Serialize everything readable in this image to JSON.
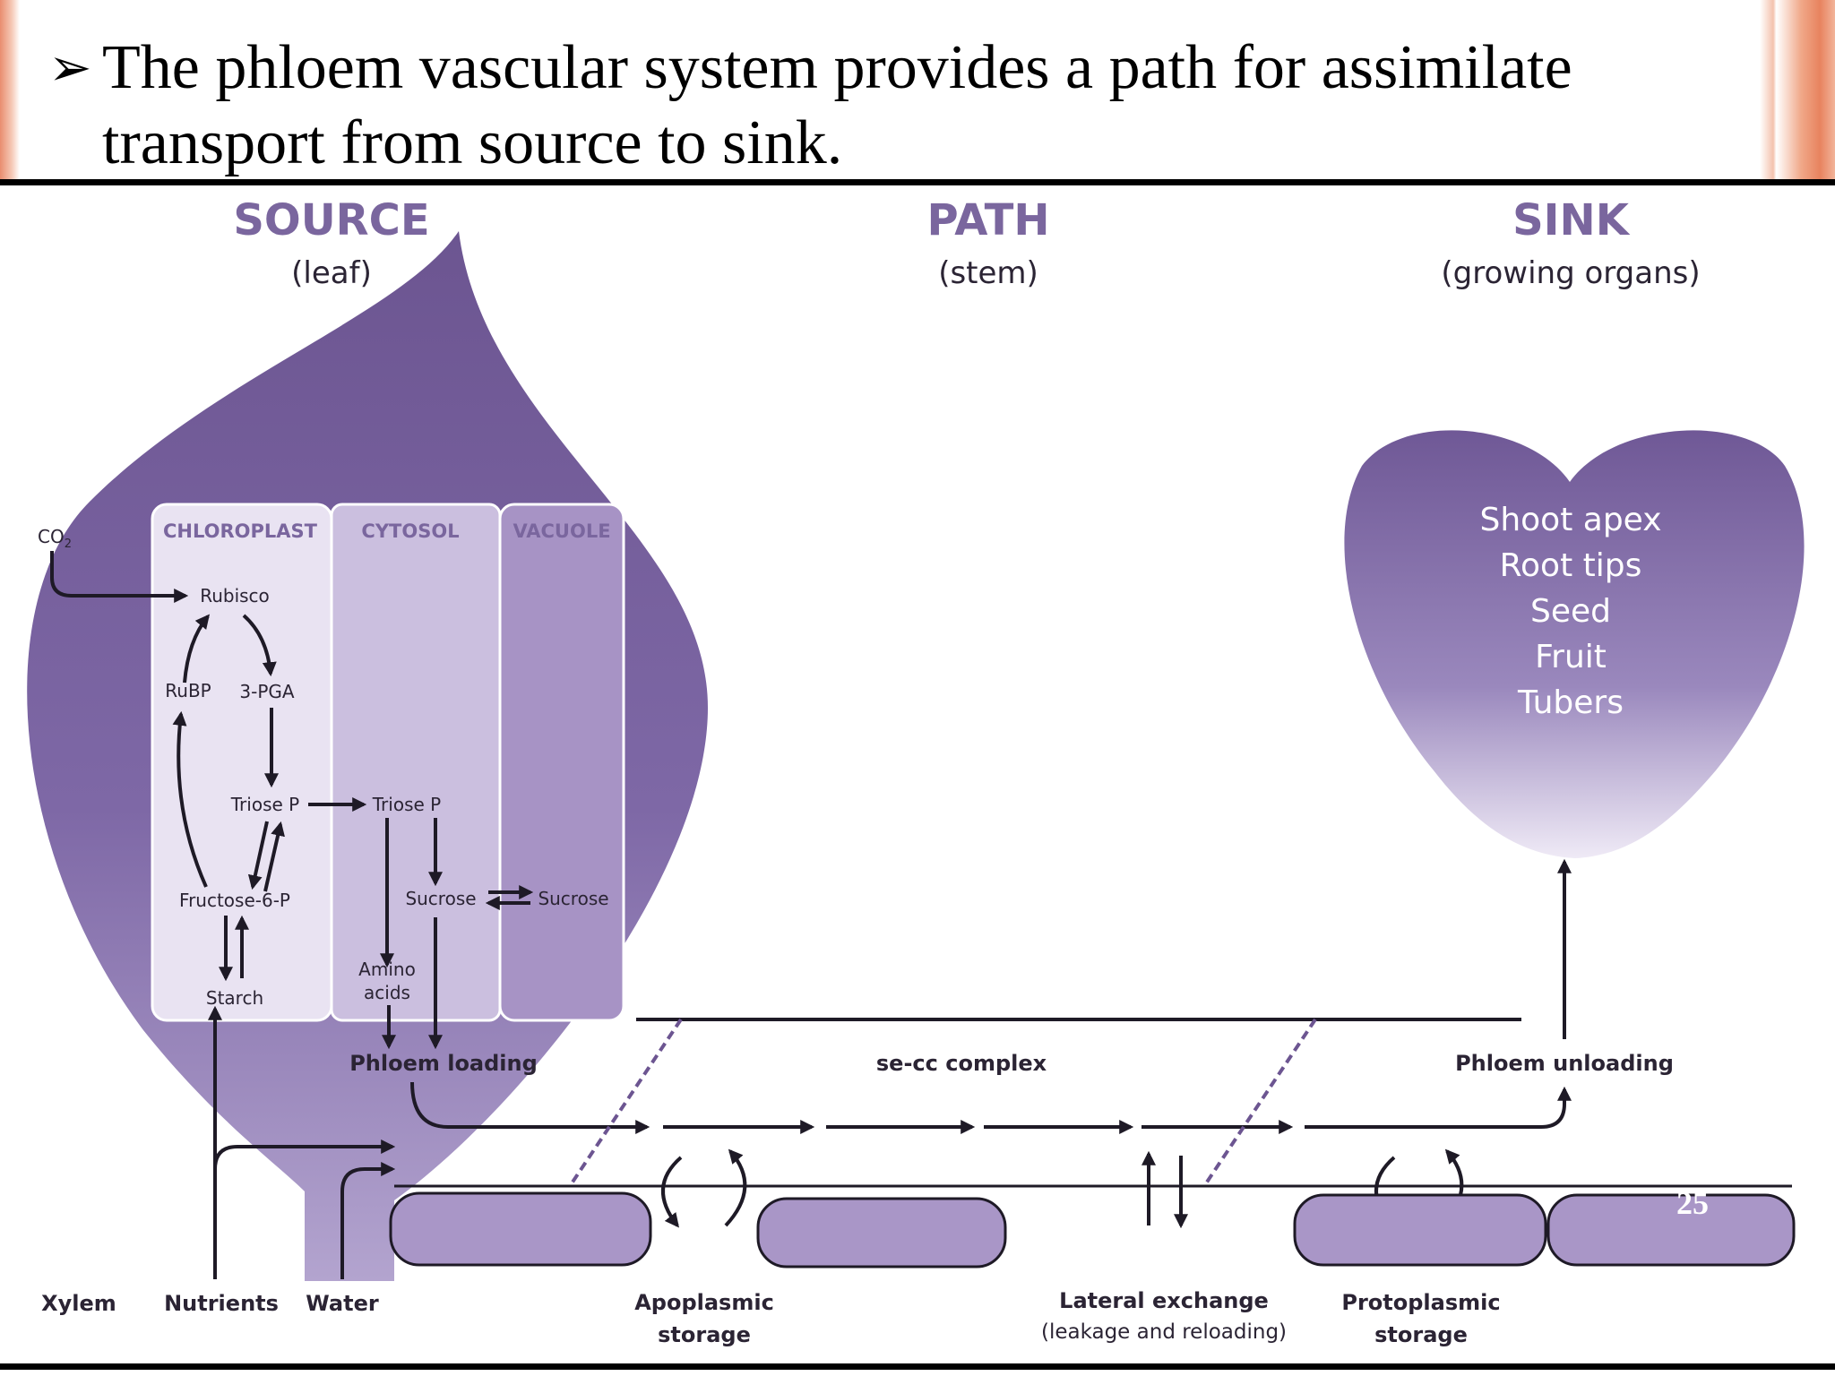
{
  "slide": {
    "bullet_text": "The phloem vascular system provides a path for assimilate transport from source to sink.",
    "bullet_icon": "arrowhead-bullet",
    "page_number": "25"
  },
  "diagram": {
    "colors": {
      "leaf_dark": "#6c5591",
      "leaf_light": "#a593c3",
      "label": "#7a669e",
      "arrow": "#1e1a26",
      "storage_cell": "#a996c7"
    },
    "headings": {
      "source": "SOURCE",
      "source_sub": "(leaf)",
      "path": "PATH",
      "path_sub": "(stem)",
      "sink": "SINK",
      "sink_sub": "(growing organs)"
    },
    "compartments": [
      "CHLOROPLAST",
      "CYTOSOL",
      "VACUOLE"
    ],
    "metabolites": {
      "co2": "CO",
      "co2_subscript": "2",
      "rubisco": "Rubisco",
      "rubp": "RuBP",
      "pga": "3-PGA",
      "triose_chloroplast": "Triose P",
      "triose_cytosol": "Triose P",
      "fructose": "Fructose-6-P",
      "starch": "Starch",
      "sucrose_cytosol": "Sucrose",
      "sucrose_vacuole": "Sucrose",
      "amino_line1": "Amino",
      "amino_line2": "acids"
    },
    "sink_organs": [
      "Shoot apex",
      "Root tips",
      "Seed",
      "Fruit",
      "Tubers"
    ],
    "transport": {
      "phloem_loading": "Phloem loading",
      "se_cc_complex": "se-cc complex",
      "phloem_unloading": "Phloem unloading"
    },
    "bottom_labels": {
      "xylem": "Xylem",
      "nutrients": "Nutrients",
      "water": "Water",
      "apoplasmic_line1": "Apoplasmic",
      "apoplasmic_line2": "storage",
      "lateral_line1": "Lateral exchange",
      "lateral_line2": "(leakage and reloading)",
      "protoplasmic_line1": "Protoplasmic",
      "protoplasmic_line2": "storage"
    }
  }
}
